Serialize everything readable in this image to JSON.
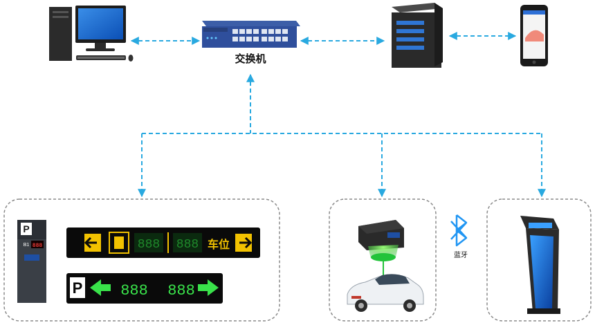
{
  "switch": {
    "label": "交换机"
  },
  "bluetooth": {
    "label": "蓝牙"
  },
  "guidance_sign": {
    "text": "车位",
    "digits_left": "888",
    "digits_right": "888"
  },
  "led_sign": {
    "digits_left": "888",
    "digits_right": "888"
  },
  "parking_pillar": {
    "floor_label": "B1",
    "digits": "888"
  },
  "colors": {
    "connector": "#29a9e0",
    "group_border": "#8a8a8a",
    "led_green": "#39e24a",
    "sign_yellow": "#f2c200",
    "pillar_red": "#e53935"
  }
}
